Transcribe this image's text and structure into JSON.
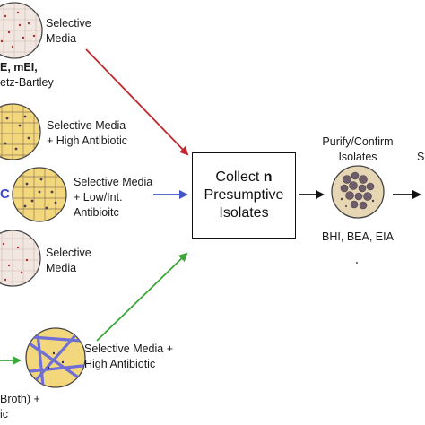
{
  "left_labels": {
    "l1_a": "Selective",
    "l1_b": "Media",
    "l1_c": "E, mEI,",
    "l1_d": "etz-Bartley",
    "l2_a": "Selective Media",
    "l2_b": "+ High Antibiotic",
    "l3_prefix": "C",
    "l3_a": "Selective Media",
    "l3_b": "+ Low/Int.",
    "l3_c": "Antibioitc",
    "l4_a": "Selective",
    "l4_b": "Media",
    "l5_a": "Selective Media +",
    "l5_b": "High Antibiotic",
    "bottom_a": "Broth) +",
    "bottom_b": "ic"
  },
  "center": {
    "line1_text": "Collect ",
    "line1_var": "n",
    "line2": "Presumptive",
    "line3": "Isolates"
  },
  "purify": {
    "label_a": "Purify/Confirm",
    "label_b": "Isolates",
    "media": "BHI, BEA, EIA"
  },
  "right_edge": {
    "fragment": "S"
  },
  "colors": {
    "arrow_red": "#c0282d",
    "arrow_blue": "#4456c7",
    "arrow_green": "#3aa73a",
    "arrow_black": "#111111",
    "plate_fill_light": "#f1e6e0",
    "plate_fill_yellow": "#f3d77d",
    "plate_fill_purify": "#e6d6b4",
    "colony_dark": "#6e5e6a",
    "streak_blue": "#6f6fd6"
  }
}
